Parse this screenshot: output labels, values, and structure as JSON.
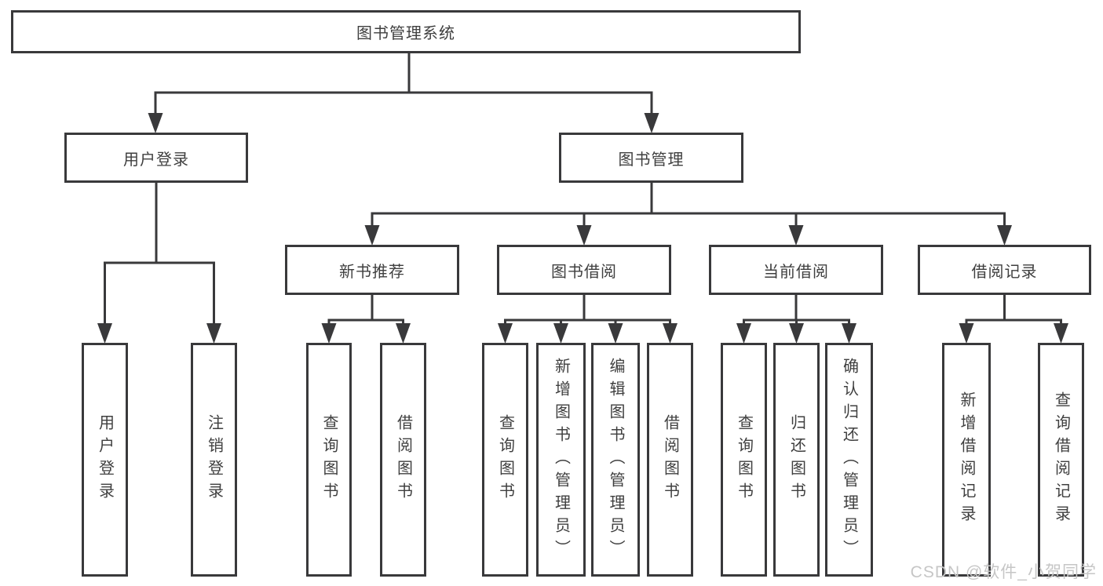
{
  "tree": {
    "label": "图书管理系统",
    "children": [
      {
        "label": "用户登录",
        "children": [
          {
            "label": "用户登录"
          },
          {
            "label": "注销登录"
          }
        ]
      },
      {
        "label": "图书管理",
        "children": [
          {
            "label": "新书推荐",
            "children": [
              {
                "label": "查询图书"
              },
              {
                "label": "借阅图书"
              }
            ]
          },
          {
            "label": "图书借阅",
            "children": [
              {
                "label": "查询图书"
              },
              {
                "label": "新增图书（管理员）"
              },
              {
                "label": "编辑图书（管理员）"
              },
              {
                "label": "借阅图书"
              }
            ]
          },
          {
            "label": "当前借阅",
            "children": [
              {
                "label": "查询图书"
              },
              {
                "label": "归还图书"
              },
              {
                "label": "确认归还（管理员）"
              }
            ]
          },
          {
            "label": "借阅记录",
            "children": [
              {
                "label": "新增借阅记录"
              },
              {
                "label": "查询借阅记录"
              }
            ]
          }
        ]
      }
    ]
  },
  "watermark": {
    "text": "CSDN @软件_小贺同学"
  },
  "colors": {
    "line": "#39393b",
    "box_border": "#39393b",
    "text": "#3f3f3f",
    "watermark": "#c6c6c6",
    "background": "#ffffff"
  }
}
